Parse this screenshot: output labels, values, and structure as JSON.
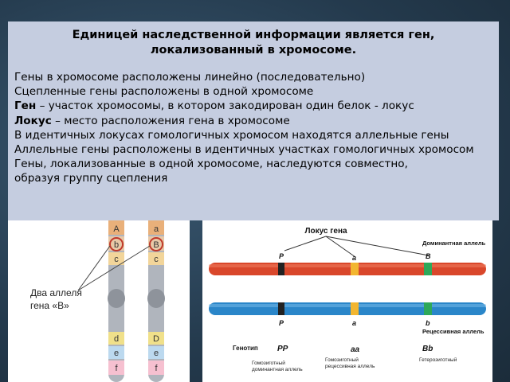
{
  "slide": {
    "heading": "Единицей наследственной информации является ген, локализованный в хромосоме.",
    "lines": [
      {
        "bold": "",
        "text": "Гены в хромосоме расположены линейно (последовательно)"
      },
      {
        "bold": "",
        "text": "Сцепленные гены расположены в одной хромосоме"
      },
      {
        "bold": "Ген",
        "text": " – участок хромосомы, в котором закодирован один белок  - локус"
      },
      {
        "bold": "Локус",
        "text": "  – место расположения гена в хромосоме"
      },
      {
        "bold": "",
        "text": "В идентичных локусах гомологичных хромосом находятся аллельные гены"
      },
      {
        "bold": "",
        "text": "Аллельные гены расположены в идентичных участках гомологичных хромосом"
      },
      {
        "bold": "",
        "text": "Гены, локализованные в одной хромосоме, наследуются совместно,"
      },
      {
        "bold": "",
        "text": "образуя группу сцепления"
      }
    ]
  },
  "chromosomes": {
    "left_labels": [
      "A",
      "b",
      "c",
      "d",
      "e",
      "f"
    ],
    "right_labels": [
      "a",
      "B",
      "c",
      "D",
      "e",
      "f"
    ],
    "caption_line1": "Два аллеля",
    "caption_line2": "гена «В»"
  },
  "locus_diagram": {
    "title": "Локус гена",
    "dominant_label": "Доминантная аллель",
    "recessive_label": "Рецессивная аллель",
    "top_alleles": [
      "P",
      "a",
      "B"
    ],
    "bottom_alleles": [
      "P",
      "a",
      "b"
    ],
    "genotype_label": "Генотип",
    "genotypes": [
      "PP",
      "aa",
      "Bb"
    ],
    "descriptions": [
      {
        "line1": "Гомозиготный",
        "line2": "доминантная аллель"
      },
      {
        "line1": "Гомозиготный",
        "line2": "рецессивная аллель"
      },
      {
        "line1": "Гетерозиготный",
        "line2": ""
      }
    ],
    "colors": {
      "top_chromosome": "#d9472b",
      "bottom_chromosome": "#2a86c9",
      "locus_yellow": "#f2b630",
      "locus_green": "#2ea85a",
      "locus_black": "#222222"
    }
  }
}
